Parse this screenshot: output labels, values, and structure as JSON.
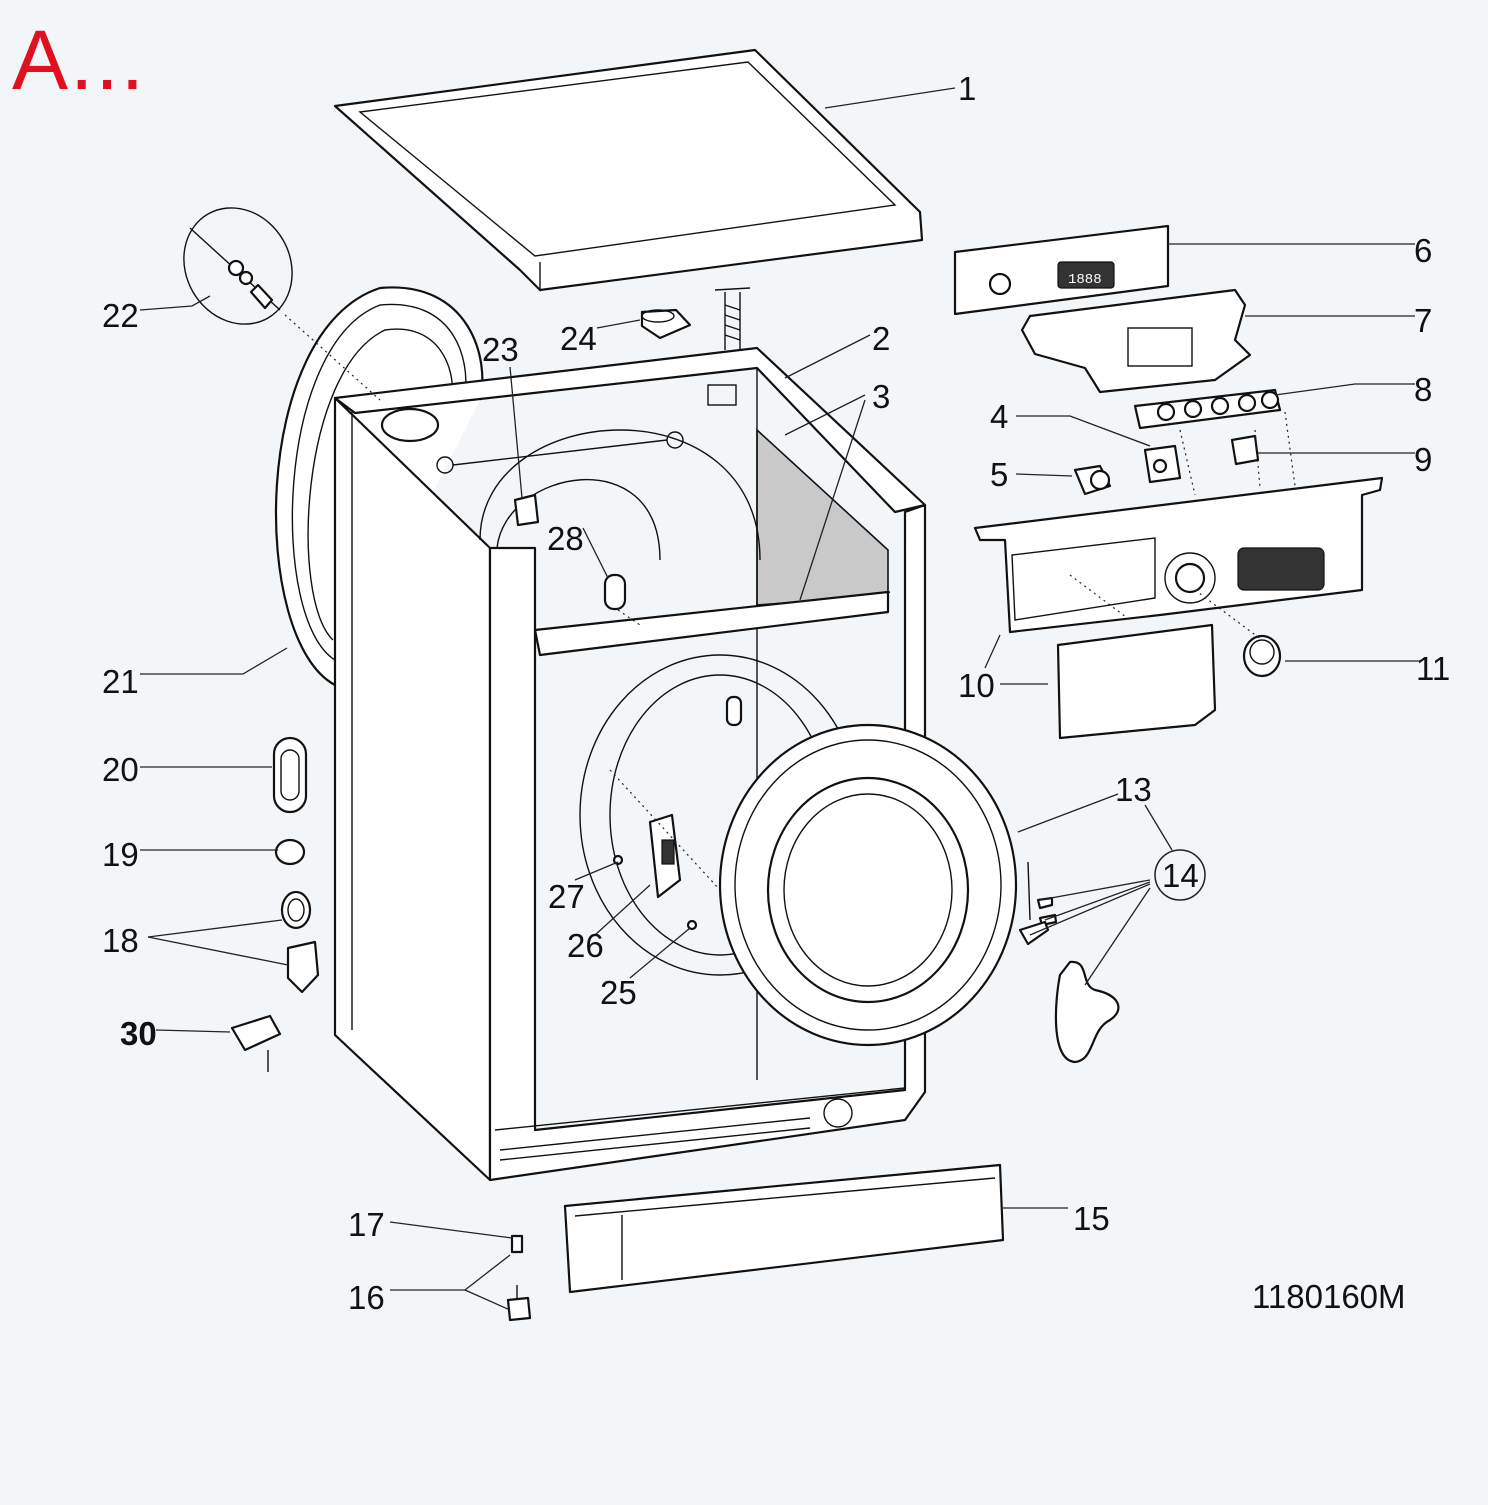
{
  "title": "A...",
  "reference_code": "1180160M",
  "parts": [
    {
      "id": "p1",
      "label": "1"
    },
    {
      "id": "p2",
      "label": "2"
    },
    {
      "id": "p3",
      "label": "3"
    },
    {
      "id": "p4",
      "label": "4"
    },
    {
      "id": "p5",
      "label": "5"
    },
    {
      "id": "p6",
      "label": "6"
    },
    {
      "id": "p7",
      "label": "7"
    },
    {
      "id": "p8",
      "label": "8"
    },
    {
      "id": "p9",
      "label": "9"
    },
    {
      "id": "p10",
      "label": "10"
    },
    {
      "id": "p11",
      "label": "11"
    },
    {
      "id": "p13",
      "label": "13"
    },
    {
      "id": "p14",
      "label": "14"
    },
    {
      "id": "p15",
      "label": "15"
    },
    {
      "id": "p16",
      "label": "16"
    },
    {
      "id": "p17",
      "label": "17"
    },
    {
      "id": "p18",
      "label": "18"
    },
    {
      "id": "p19",
      "label": "19"
    },
    {
      "id": "p20",
      "label": "20"
    },
    {
      "id": "p21",
      "label": "21"
    },
    {
      "id": "p22",
      "label": "22"
    },
    {
      "id": "p23",
      "label": "23"
    },
    {
      "id": "p24",
      "label": "24"
    },
    {
      "id": "p25",
      "label": "25"
    },
    {
      "id": "p26",
      "label": "26"
    },
    {
      "id": "p27",
      "label": "27"
    },
    {
      "id": "p28",
      "label": "28"
    },
    {
      "id": "p30",
      "label": "30"
    }
  ],
  "display": {
    "digits": "1888"
  },
  "colors": {
    "title": "#e01020",
    "background": "#f3f6f8",
    "ink": "#111111"
  }
}
